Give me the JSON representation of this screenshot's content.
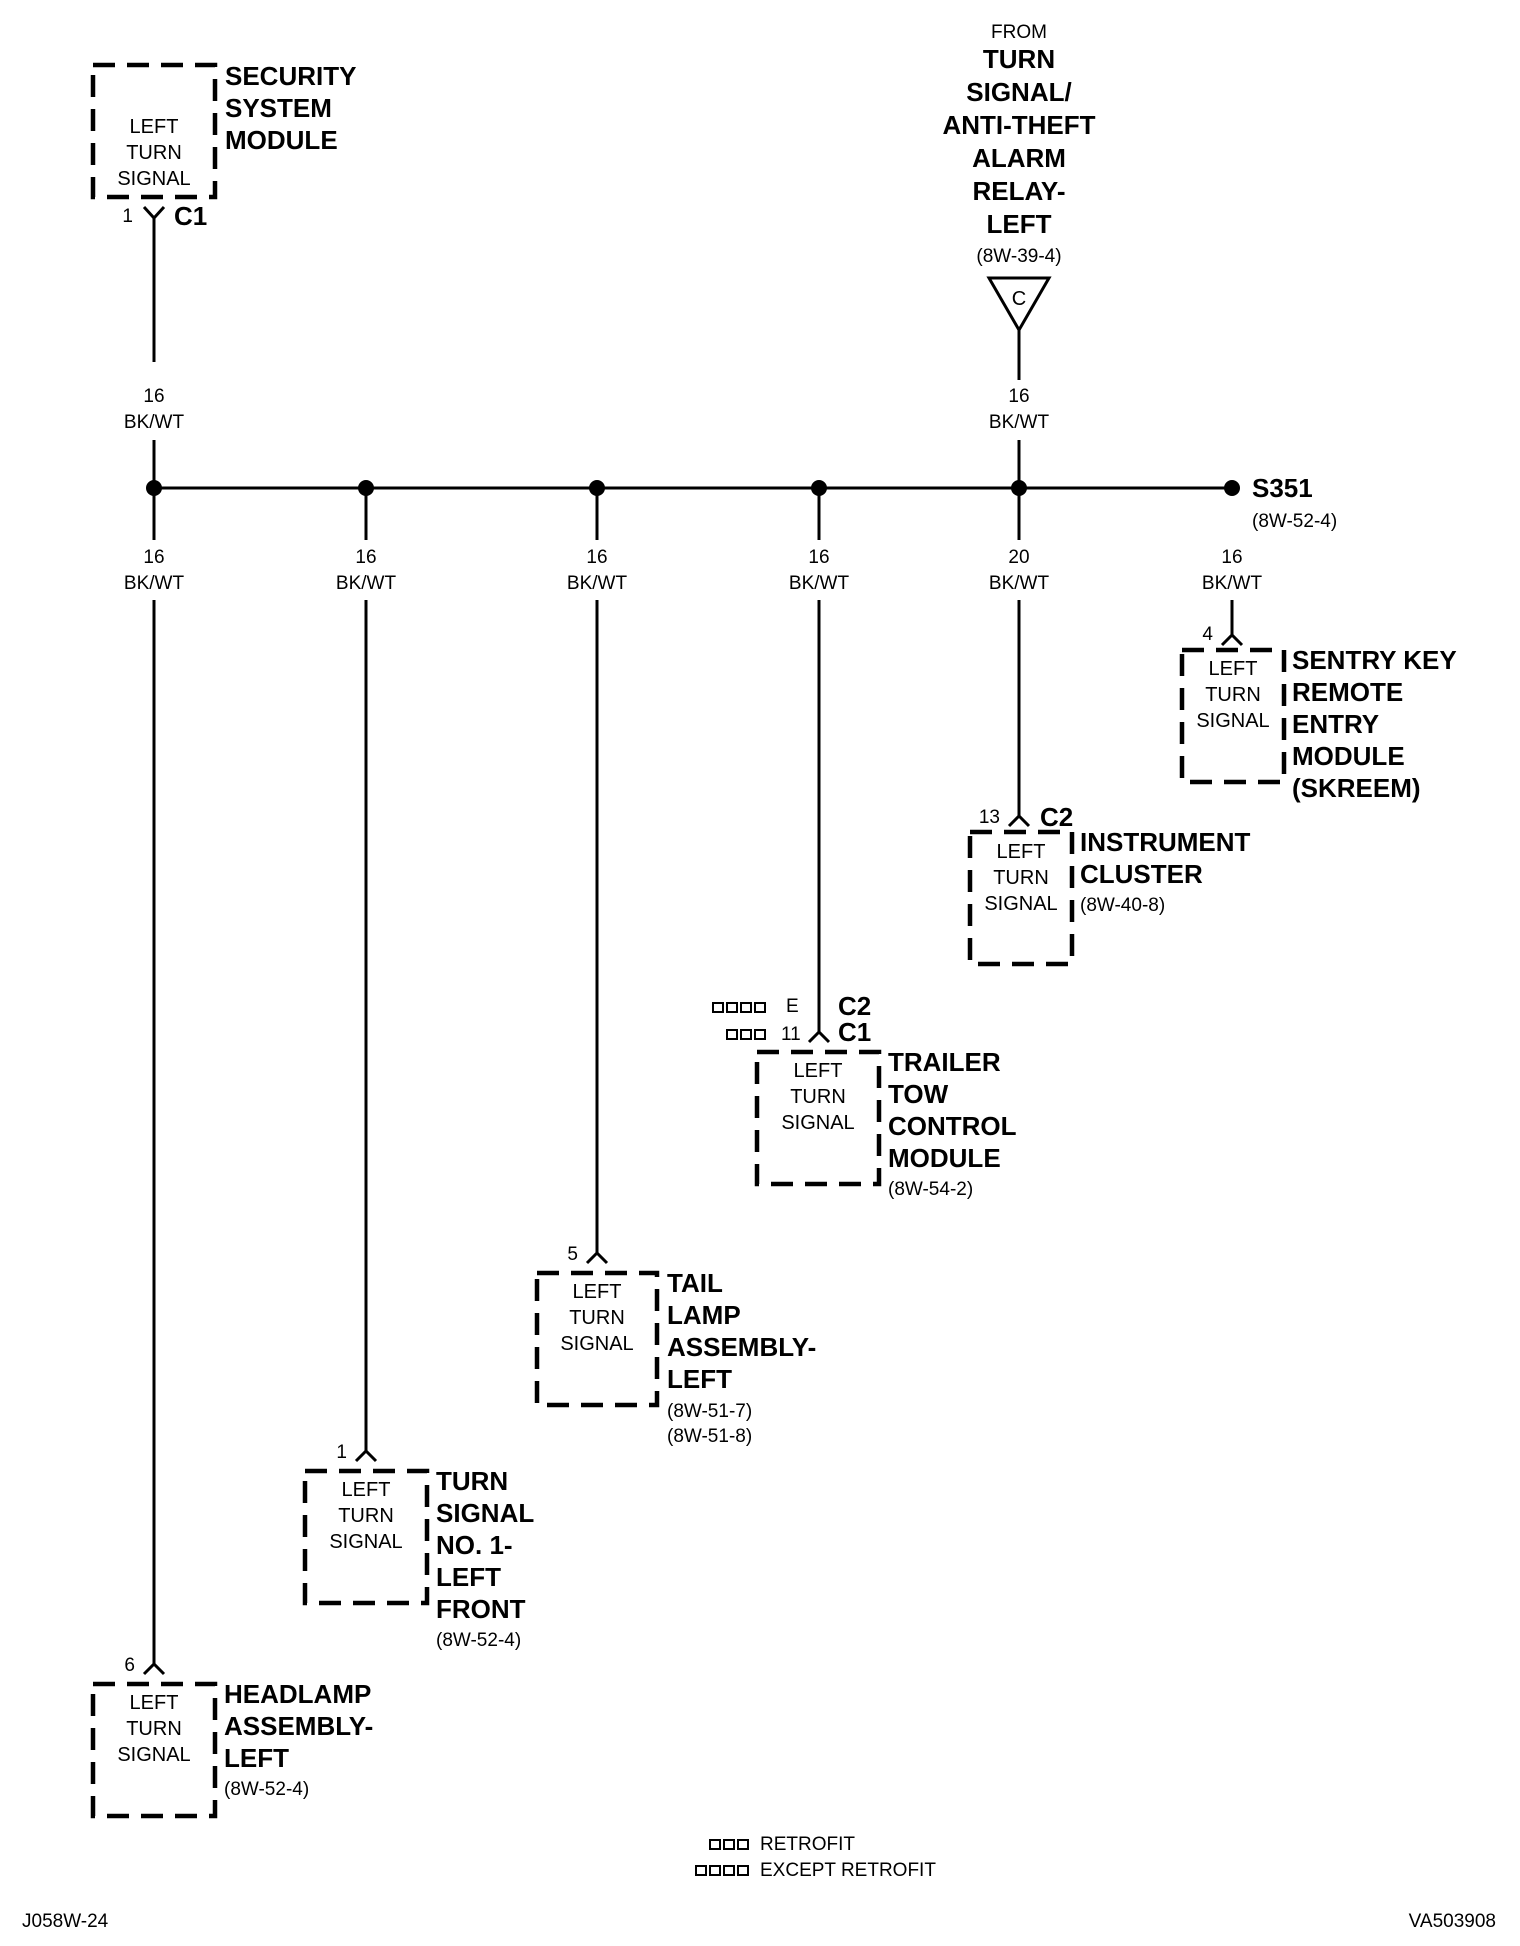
{
  "source": {
    "from": "FROM",
    "name": [
      "TURN",
      "SIGNAL/",
      "ANTI-THEFT",
      "ALARM",
      "RELAY-",
      "LEFT"
    ],
    "ref": "(8W-39-4)",
    "connector_letter": "C",
    "wire_gauge": "16",
    "wire_color": "BK/WT"
  },
  "security_module": {
    "inner": [
      "LEFT",
      "TURN",
      "SIGNAL"
    ],
    "name": [
      "SECURITY",
      "SYSTEM",
      "MODULE"
    ],
    "pin": "1",
    "connector": "C1",
    "wire_gauge": "16",
    "wire_color": "BK/WT"
  },
  "splice": {
    "name": "S351",
    "ref": "(8W-52-4)"
  },
  "branches": [
    {
      "gauge": "16",
      "color": "BK/WT"
    },
    {
      "gauge": "16",
      "color": "BK/WT"
    },
    {
      "gauge": "16",
      "color": "BK/WT"
    },
    {
      "gauge": "16",
      "color": "BK/WT"
    },
    {
      "gauge": "20",
      "color": "BK/WT"
    },
    {
      "gauge": "16",
      "color": "BK/WT"
    }
  ],
  "components": {
    "headlamp": {
      "pin": "6",
      "inner": [
        "LEFT",
        "TURN",
        "SIGNAL"
      ],
      "name": [
        "HEADLAMP",
        "ASSEMBLY-",
        "LEFT"
      ],
      "refs": [
        "(8W-52-4)"
      ]
    },
    "turn_signal_front": {
      "pin": "1",
      "inner": [
        "LEFT",
        "TURN",
        "SIGNAL"
      ],
      "name": [
        "TURN",
        "SIGNAL",
        "NO. 1-",
        "LEFT",
        "FRONT"
      ],
      "refs": [
        "(8W-52-4)"
      ]
    },
    "tail_lamp": {
      "pin": "5",
      "inner": [
        "LEFT",
        "TURN",
        "SIGNAL"
      ],
      "name": [
        "TAIL",
        "LAMP",
        "ASSEMBLY-",
        "LEFT"
      ],
      "refs": [
        "(8W-51-7)",
        "(8W-51-8)"
      ]
    },
    "trailer_tow": {
      "pin_except": "E",
      "pin_retrofit": "11",
      "connector_except": "C2",
      "connector_retrofit": "C1",
      "inner": [
        "LEFT",
        "TURN",
        "SIGNAL"
      ],
      "name": [
        "TRAILER",
        "TOW",
        "CONTROL",
        "MODULE"
      ],
      "refs": [
        "(8W-54-2)"
      ]
    },
    "instrument_cluster": {
      "pin": "13",
      "connector": "C2",
      "inner": [
        "LEFT",
        "TURN",
        "SIGNAL"
      ],
      "name": [
        "INSTRUMENT",
        "CLUSTER"
      ],
      "refs": [
        "(8W-40-8)"
      ]
    },
    "skreem": {
      "pin": "4",
      "inner": [
        "LEFT",
        "TURN",
        "SIGNAL"
      ],
      "name": [
        "SENTRY KEY",
        "REMOTE",
        "ENTRY",
        "MODULE",
        "(SKREEM)"
      ],
      "refs": []
    }
  },
  "legend": {
    "retrofit": "RETROFIT",
    "except_retrofit": "EXCEPT RETROFIT"
  },
  "footer": {
    "left": "J058W-24",
    "right": "VA503908"
  }
}
